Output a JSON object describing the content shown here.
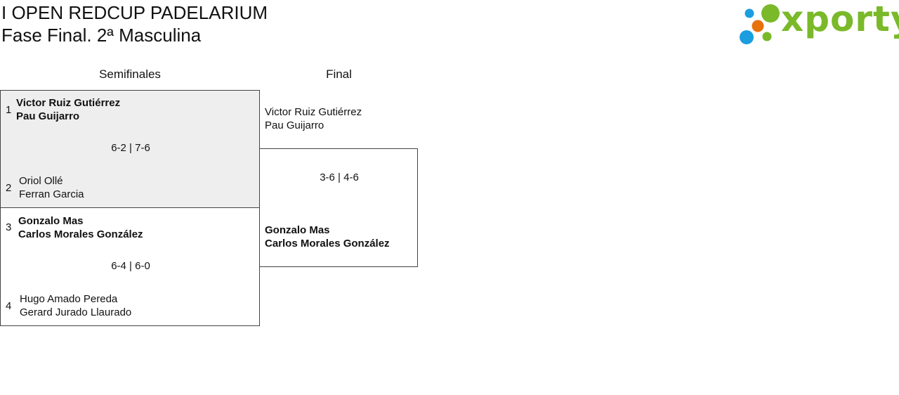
{
  "header": {
    "title": "I OPEN REDCUP PADELARIUM",
    "subtitle": "Fase Final. 2ª Masculina"
  },
  "logo": {
    "text": "xporty",
    "colors": {
      "green": "#7ab929",
      "blue": "#1a9ee0",
      "orange": "#e8710a"
    }
  },
  "rounds": [
    {
      "label": "Semifinales"
    },
    {
      "label": "Final"
    }
  ],
  "semifinals": [
    {
      "score": "6-2 | 7-6",
      "team1": {
        "seed": "1",
        "p1": "Victor Ruiz Gutiérrez",
        "p2": "Pau Guijarro"
      },
      "team2": {
        "seed": "2",
        "p1": "Oriol Ollé",
        "p2": "Ferran Garcia"
      }
    },
    {
      "score": "6-4 | 6-0",
      "team1": {
        "seed": "3",
        "p1": "Gonzalo Mas",
        "p2": "Carlos Morales González"
      },
      "team2": {
        "seed": "4",
        "p1": "Hugo Amado Pereda",
        "p2": "Gerard Jurado Llaurado"
      }
    }
  ],
  "final": {
    "score": "3-6 | 4-6",
    "team1": {
      "p1": "Victor Ruiz Gutiérrez",
      "p2": "Pau Guijarro"
    },
    "team2": {
      "p1": "Gonzalo Mas",
      "p2": "Carlos Morales González"
    }
  }
}
